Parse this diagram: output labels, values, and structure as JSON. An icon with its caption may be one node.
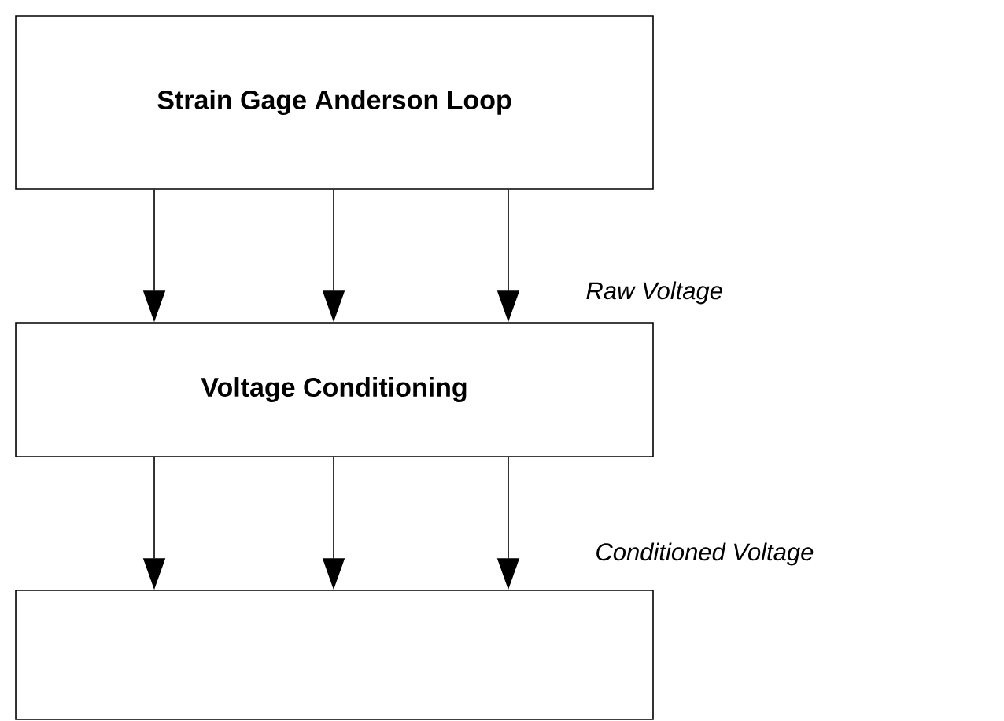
{
  "diagram": {
    "nodes": [
      {
        "text": [
          "Strain Gage Anderson Loop"
        ]
      },
      {
        "text": [
          "Voltage Conditioning"
        ]
      },
      {
        "text": [],
        "shape": "box"
      }
    ],
    "edges": [
      {
        "from": 0,
        "to": 1,
        "arrow": "to"
      },
      {
        "from": 0,
        "to": 1,
        "arrow": "to"
      },
      {
        "from": 0,
        "to": 1,
        "arrow": "to"
      },
      {
        "from": 1,
        "to": 2,
        "arrow": "to"
      },
      {
        "from": 1,
        "to": 2,
        "arrow": "to"
      },
      {
        "from": 1,
        "to": 2,
        "arrow": "to"
      }
    ],
    "labels": [
      "Raw Voltage",
      "Conditioned Voltage"
    ]
  }
}
